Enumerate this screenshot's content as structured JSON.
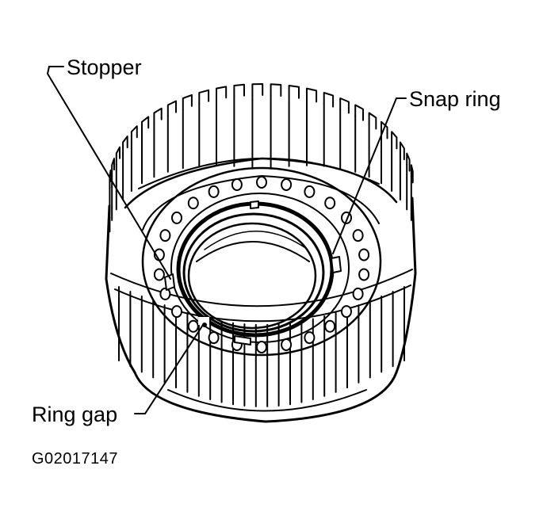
{
  "labels": {
    "stopper": "Stopper",
    "snap_ring": "Snap ring",
    "ring_gap": "Ring gap",
    "figure_id": "G02017147"
  },
  "colors": {
    "ink": "#000000",
    "paper": "#ffffff"
  },
  "part": {
    "name": "clutch-drum",
    "outer_spline_count": 25,
    "lower_spline_count": 26,
    "piston_hole_count": 26
  }
}
